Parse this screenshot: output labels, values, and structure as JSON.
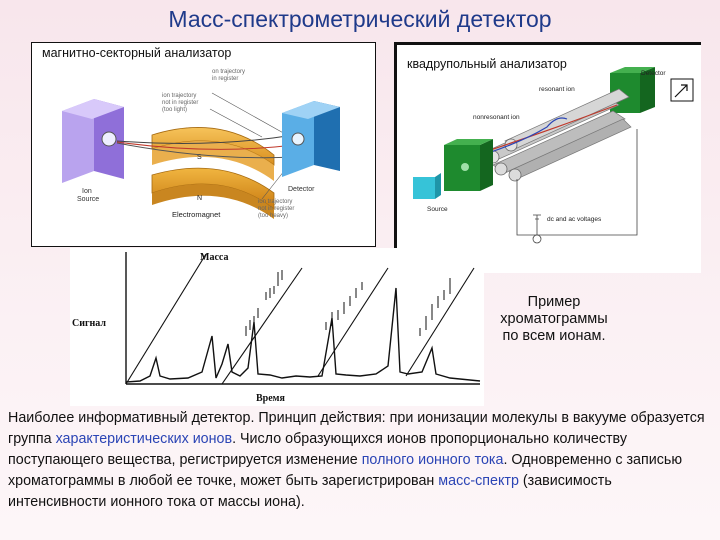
{
  "title": "Масс-спектрометрический детектор",
  "left_panel": {
    "label": "магнитно-секторный анализатор",
    "annotations": {
      "ion_source": [
        "Ion",
        "Source"
      ],
      "detector": "Detector",
      "electromagnet": "Electromagnet",
      "pole_s": "S",
      "pole_n": "N",
      "on_trajectory": [
        "on trajectory",
        "in register"
      ],
      "too_light": [
        "ion trajectory",
        "not in register",
        "(too light)"
      ],
      "too_heavy": [
        "ion trajectory",
        "not in register",
        "(too heavy)"
      ]
    }
  },
  "right_panel": {
    "label": "квадрупольный анализатор",
    "annotations": {
      "detector": "Detector",
      "resonant_ion": "resonant ion",
      "nonresonant_ion": "nonresonant ion",
      "source": "Source",
      "voltages": "dc and ac voltages"
    }
  },
  "chromatogram": {
    "mass_label": "Масса",
    "signal_label": "Сигнал",
    "time_label": "Время"
  },
  "caption": "Пример хроматограммы по всем ионам.",
  "paragraph": {
    "p1": "Наиболее информативный детектор. Принцип действия: при ионизации молекулы в вакууме образуется группа ",
    "link1": "характеристических ионов",
    "p2": ". Число образующихся ионов пропорционально количеству поступающего вещества, регистрируется изменение ",
    "link2": "полного ионного тока",
    "p3": ". Одновременно с записью хроматограммы в любой ее точке, может быть зарегистрирован ",
    "link3": "масс-спектр",
    "p4": " (зависимость интенсивности ионного тока от массы иона)."
  },
  "colors": {
    "title": "#1f3a8a",
    "accent": "#2b45b5",
    "ion_source": "#a88ce0",
    "magnet": "#e0a030",
    "detector": "#2f86c8",
    "quad_green": "#1e8a2e",
    "quad_cyan": "#36c3d8"
  }
}
